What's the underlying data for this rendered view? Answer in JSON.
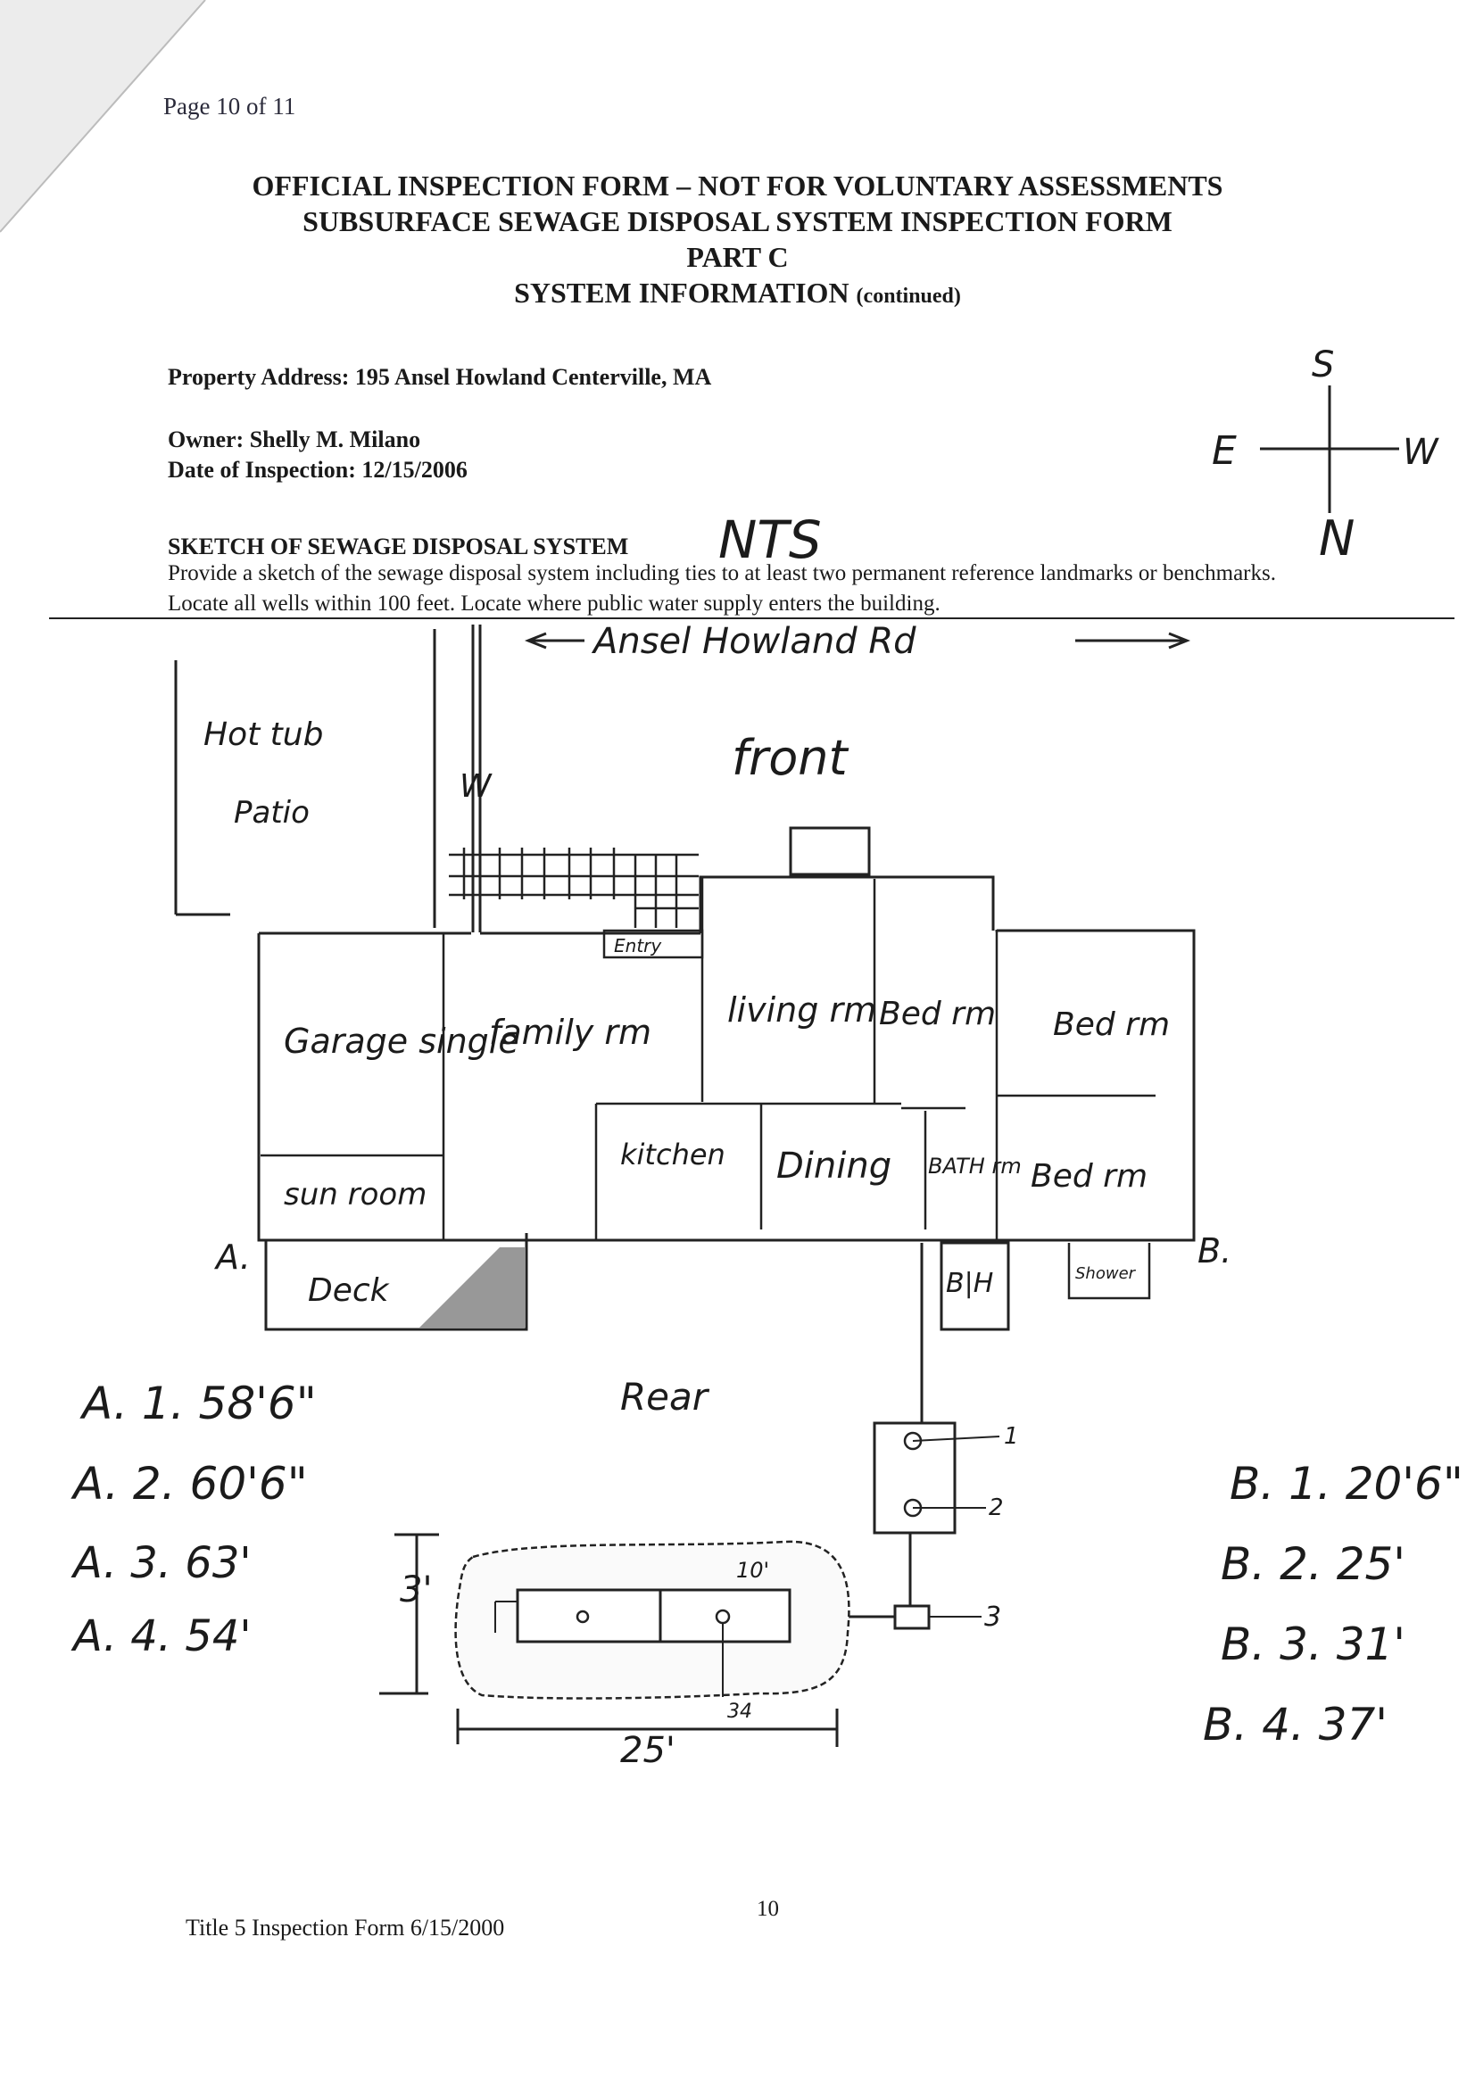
{
  "header": {
    "page": "Page 10 of 11",
    "title1": "OFFICIAL INSPECTION FORM – NOT FOR VOLUNTARY ASSESSMENTS",
    "title2": "SUBSURFACE SEWAGE DISPOSAL SYSTEM INSPECTION FORM",
    "title3": "PART C",
    "title4": "SYSTEM INFORMATION",
    "title4_suffix": "(continued)"
  },
  "property": {
    "address": "Property Address: 195 Ansel Howland Centerville, MA",
    "owner": "Owner:  Shelly M. Milano",
    "date": "Date of Inspection: 12/15/2006"
  },
  "sketch": {
    "heading": "SKETCH OF SEWAGE DISPOSAL SYSTEM",
    "description": "Provide a sketch of the sewage disposal system including ties to at least two permanent reference landmarks or benchmarks. Locate all wells within 100 feet. Locate where public water supply enters the building.",
    "nts": "NTS",
    "compass": {
      "s": "S",
      "e": "E",
      "w": "W",
      "n": "N"
    },
    "street": "Ansel Howland Rd",
    "labels": {
      "hot_tub": "Hot tub",
      "patio": "Patio",
      "water": "W",
      "front": "front",
      "entry": "Entry",
      "living": "living rm",
      "bed1": "Bed rm",
      "bed2": "Bed rm",
      "garage": "Garage single",
      "family": "family rm",
      "kitchen": "kitchen",
      "dining": "Dining",
      "bath": "BATH rm",
      "bed3": "Bed rm",
      "sunroom": "sun room",
      "deck": "Deck",
      "bh": "B|H",
      "shower": "Shower",
      "point_a": "A.",
      "point_b": "B.",
      "rear": "Rear",
      "tank_marks": [
        "1",
        "2",
        "3"
      ],
      "field_width": "10'",
      "field_depth": "3'",
      "field_length": "25'",
      "offset": "34"
    },
    "ties_a": [
      "A. 1. 58'6\"",
      "A. 2. 60'6\"",
      "A. 3. 63'",
      "A. 4. 54'"
    ],
    "ties_b": [
      "B. 1. 20'6\"",
      "B. 2. 25'",
      "B. 3. 31'",
      "B. 4. 37'"
    ]
  },
  "footer": {
    "form": "Title 5 Inspection Form 6/15/2000",
    "number": "10"
  }
}
